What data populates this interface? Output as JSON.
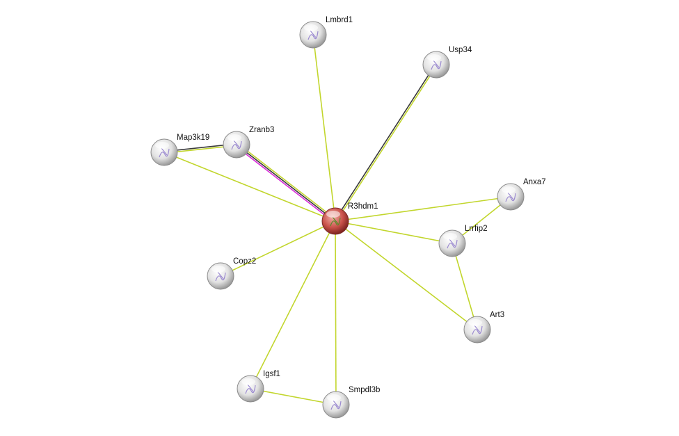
{
  "network": {
    "center": "R3hdm1",
    "nodes": [
      {
        "id": "R3hdm1",
        "label": "R3hdm1",
        "query": true
      },
      {
        "id": "Lmbrd1",
        "label": "Lmbrd1",
        "query": false
      },
      {
        "id": "Usp34",
        "label": "Usp34",
        "query": false
      },
      {
        "id": "Zranb3",
        "label": "Zranb3",
        "query": false
      },
      {
        "id": "Map3k19",
        "label": "Map3k19",
        "query": false
      },
      {
        "id": "Anxa7",
        "label": "Anxa7",
        "query": false
      },
      {
        "id": "Lrrfip2",
        "label": "Lrrfip2",
        "query": false
      },
      {
        "id": "Copz2",
        "label": "Copz2",
        "query": false
      },
      {
        "id": "Art3",
        "label": "Art3",
        "query": false
      },
      {
        "id": "Igsf1",
        "label": "Igsf1",
        "query": false
      },
      {
        "id": "Smpdl3b",
        "label": "Smpdl3b",
        "query": false
      }
    ],
    "edges": [
      {
        "a": "R3hdm1",
        "b": "Lmbrd1",
        "evidence": [
          "textmining"
        ]
      },
      {
        "a": "R3hdm1",
        "b": "Usp34",
        "evidence": [
          "coexpression",
          "textmining"
        ]
      },
      {
        "a": "R3hdm1",
        "b": "Zranb3",
        "evidence": [
          "experiments",
          "coexpression",
          "textmining"
        ]
      },
      {
        "a": "R3hdm1",
        "b": "Map3k19",
        "evidence": [
          "textmining"
        ]
      },
      {
        "a": "Map3k19",
        "b": "Zranb3",
        "evidence": [
          "coexpression",
          "textmining"
        ]
      },
      {
        "a": "R3hdm1",
        "b": "Anxa7",
        "evidence": [
          "textmining"
        ]
      },
      {
        "a": "R3hdm1",
        "b": "Lrrfip2",
        "evidence": [
          "textmining"
        ]
      },
      {
        "a": "R3hdm1",
        "b": "Art3",
        "evidence": [
          "textmining"
        ]
      },
      {
        "a": "R3hdm1",
        "b": "Copz2",
        "evidence": [
          "textmining"
        ]
      },
      {
        "a": "R3hdm1",
        "b": "Igsf1",
        "evidence": [
          "textmining"
        ]
      },
      {
        "a": "R3hdm1",
        "b": "Smpdl3b",
        "evidence": [
          "textmining"
        ]
      },
      {
        "a": "Anxa7",
        "b": "Lrrfip2",
        "evidence": [
          "textmining"
        ]
      },
      {
        "a": "Lrrfip2",
        "b": "Art3",
        "evidence": [
          "textmining"
        ]
      },
      {
        "a": "Igsf1",
        "b": "Smpdl3b",
        "evidence": [
          "textmining"
        ]
      }
    ],
    "colors": {
      "textmining": "#c2d62d",
      "coexpression": "#3a3a3a",
      "experiments": "#d92ad9",
      "query_node": "#c0443c",
      "node": "#e0e0e0"
    }
  }
}
